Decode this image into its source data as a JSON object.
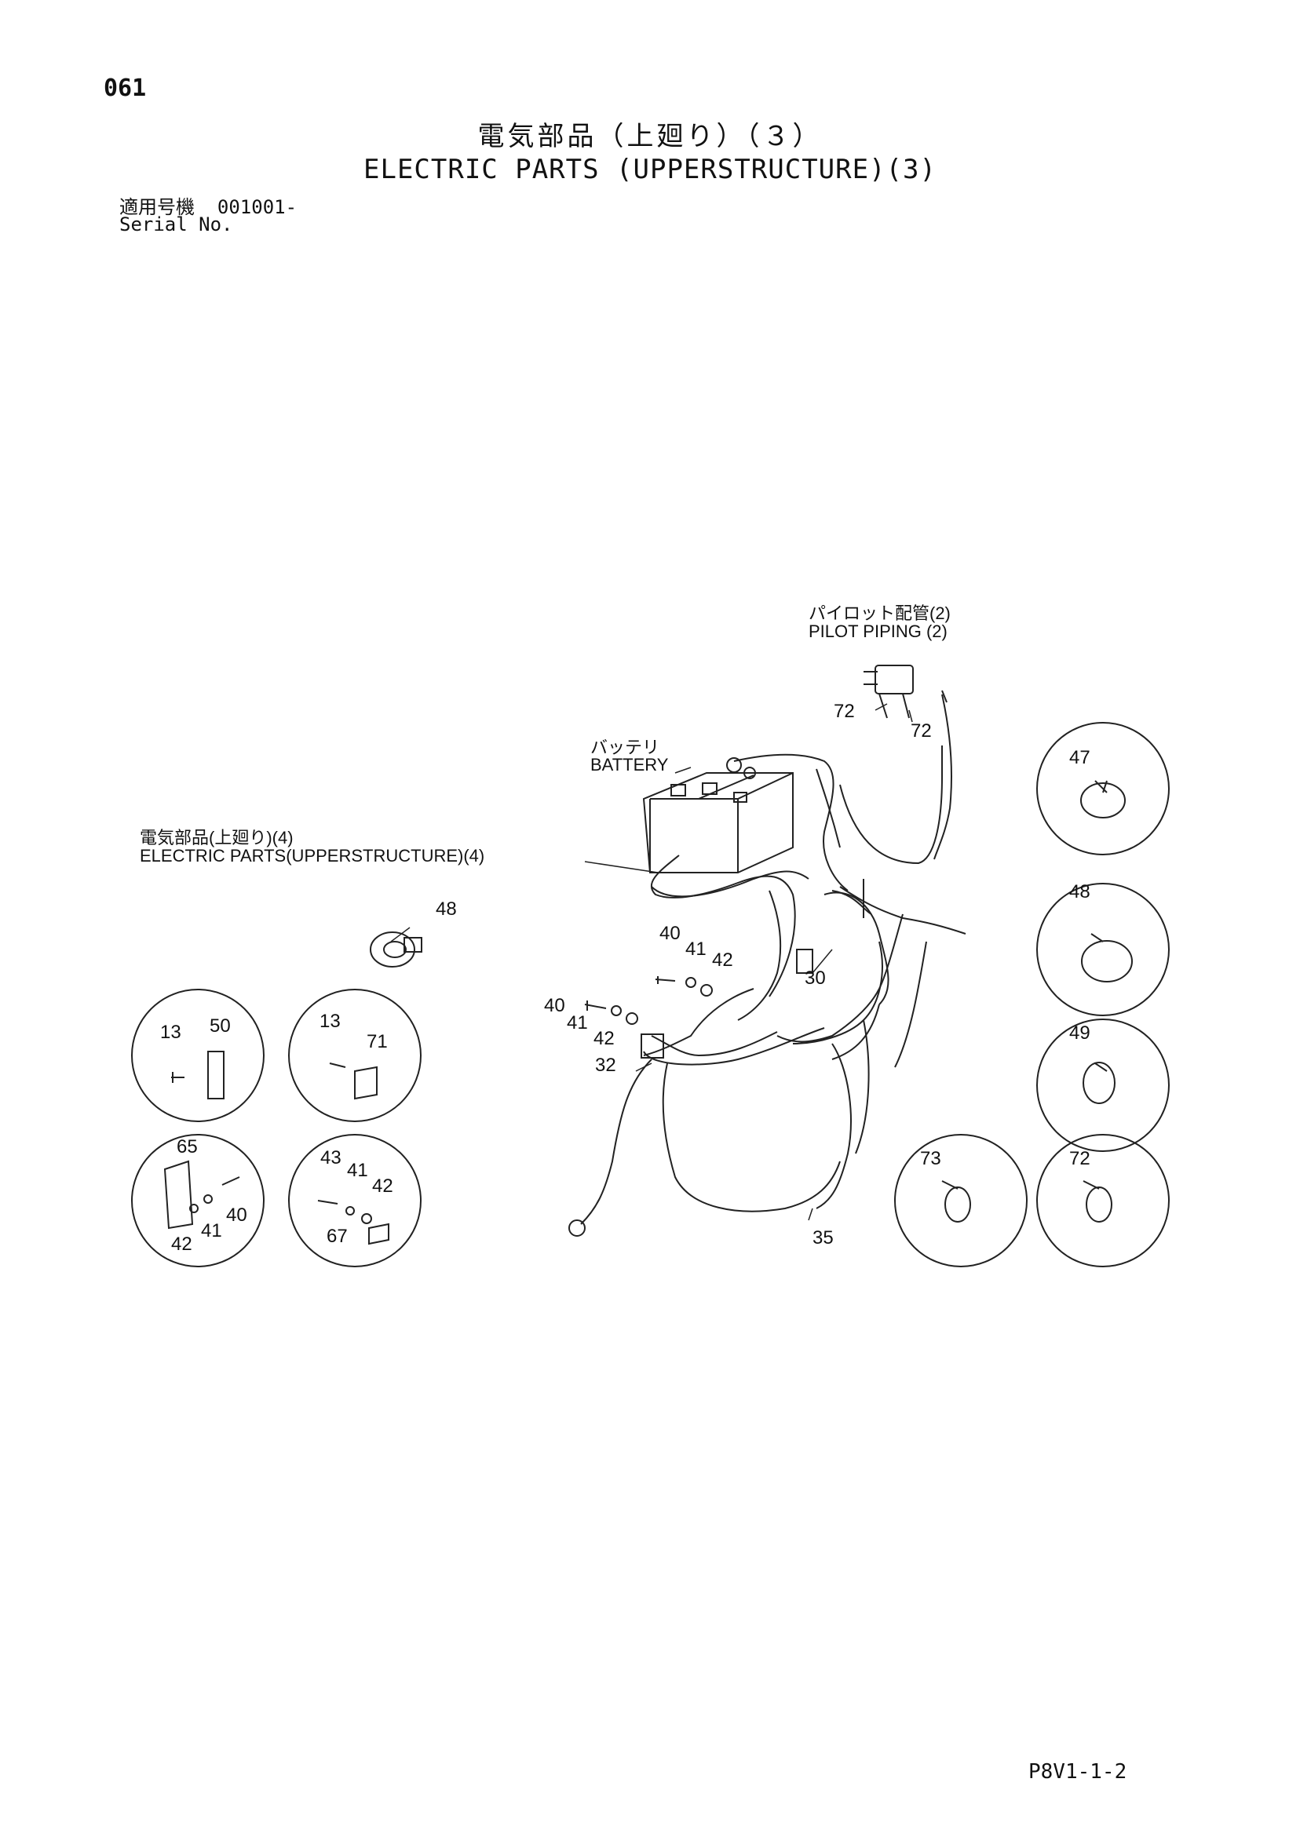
{
  "page_number": "061",
  "title_jp": "電気部品（上廻り）（３）",
  "title_en": "ELECTRIC PARTS (UPPERSTRUCTURE)(3)",
  "serial_label_jp": "適用号機",
  "serial_value": "001001-",
  "serial_label_en": "Serial No.",
  "callouts": {
    "pilot_piping_jp": "パイロット配管(2)",
    "pilot_piping_en": "PILOT PIPING (2)",
    "battery_jp": "バッテリ",
    "battery_en": "BATTERY",
    "electric_parts4_jp": "電気部品(上廻り)(4)",
    "electric_parts4_en": "ELECTRIC PARTS(UPPERSTRUCTURE)(4)"
  },
  "part_numbers": {
    "p72a": "72",
    "p72b": "72",
    "p47": "47",
    "p48_circle": "48",
    "p49": "49",
    "p72_circle": "72",
    "p73": "73",
    "p48_center": "48",
    "p40a": "40",
    "p41a": "41",
    "p42a": "42",
    "p30": "30",
    "p40b": "40",
    "p41b": "41",
    "p42b": "42",
    "p32": "32",
    "p35": "35",
    "c1_13": "13",
    "c1_50": "50",
    "c2_13": "13",
    "c2_71": "71",
    "c3_65": "65",
    "c3_40": "40",
    "c3_41": "41",
    "c3_42": "42",
    "c4_43": "43",
    "c4_41": "41",
    "c4_42": "42",
    "c4_67": "67"
  },
  "footer_code": "P8V1-1-2"
}
